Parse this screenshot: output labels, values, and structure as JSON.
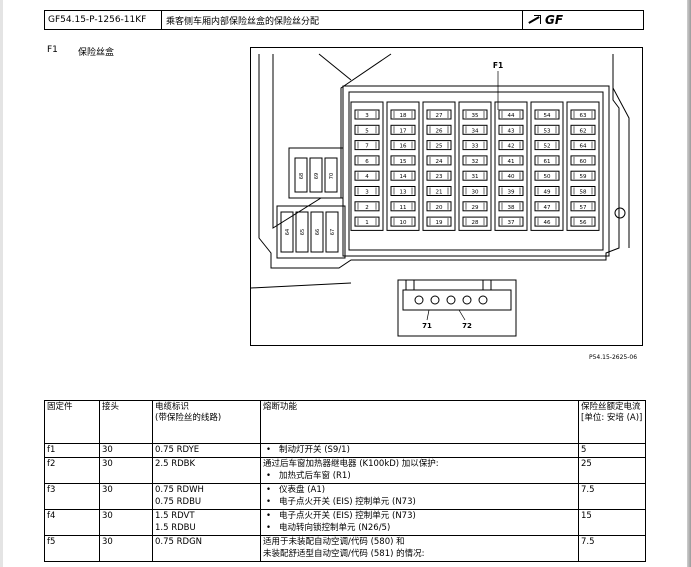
{
  "header": {
    "doc_id": "GF54.15-P-1256-11KF",
    "title": "乘客侧车厢内部保险丝盒的保险丝分配",
    "tag": "GF"
  },
  "section": {
    "label": "F1",
    "description": "保险丝盒"
  },
  "figure": {
    "callout": "F1",
    "relay_labels": [
      "71",
      "72"
    ],
    "code": "P54.15-2625-06",
    "fuse_columns": [
      [
        "3",
        "5",
        "7",
        "6",
        "4",
        "3",
        "2",
        "1"
      ],
      [
        "18",
        "17",
        "16",
        "15",
        "14",
        "13",
        "11",
        "10"
      ],
      [
        "27",
        "26",
        "25",
        "24",
        "23",
        "21",
        "20",
        "19"
      ],
      [
        "35",
        "34",
        "33",
        "32",
        "31",
        "30",
        "29",
        "28"
      ],
      [
        "44",
        "43",
        "42",
        "41",
        "40",
        "39",
        "38",
        "37"
      ],
      [
        "54",
        "53",
        "52",
        "61",
        "50",
        "49",
        "47",
        "46"
      ],
      [
        "63",
        "62",
        "64",
        "60",
        "59",
        "58",
        "57",
        "56"
      ]
    ],
    "side_upper": [
      "68",
      "69",
      "70"
    ],
    "side_lower": [
      "64",
      "65",
      "66",
      "67"
    ]
  },
  "table": {
    "headers": [
      "固定件",
      "接头",
      "电缆标识\n(带保险丝的线路)",
      "熔断功能",
      "保险丝额定电流 [单位: 安培 (A)]"
    ],
    "rows": [
      {
        "fixture": "f1",
        "connector": "30",
        "cables": [
          "0.75 RDYE"
        ],
        "functions": [
          {
            "bullet": true,
            "text": "制动灯开关 (S9/1)"
          }
        ],
        "rating": "5"
      },
      {
        "fixture": "f2",
        "connector": "30",
        "cables": [
          "2.5 RDBK"
        ],
        "functions": [
          {
            "bullet": false,
            "text": "通过后车窗加热器继电器 (K100kD) 加以保护:"
          },
          {
            "bullet": true,
            "text": "加热式后车窗 (R1)"
          }
        ],
        "rating": "25"
      },
      {
        "fixture": "f3",
        "connector": "30",
        "cables": [
          "0.75 RDWH",
          "0.75 RDBU"
        ],
        "functions": [
          {
            "bullet": true,
            "text": "仪表盘 (A1)"
          },
          {
            "bullet": true,
            "text": "电子点火开关 (EIS) 控制单元 (N73)"
          }
        ],
        "rating": "7.5"
      },
      {
        "fixture": "f4",
        "connector": "30",
        "cables": [
          "1.5 RDVT",
          "1.5 RDBU"
        ],
        "functions": [
          {
            "bullet": true,
            "text": "电子点火开关 (EIS) 控制单元 (N73)"
          },
          {
            "bullet": true,
            "text": "电动转向锁控制单元 (N26/5)"
          }
        ],
        "rating": "15"
      },
      {
        "fixture": "f5",
        "connector": "30",
        "cables": [
          "0.75 RDGN"
        ],
        "functions": [
          {
            "bullet": false,
            "text": "适用于未装配自动空调/代码 (580) 和"
          },
          {
            "bullet": false,
            "text": "未装配舒适型自动空调/代码 (581) 的情况:"
          }
        ],
        "rating": "7.5"
      }
    ]
  }
}
